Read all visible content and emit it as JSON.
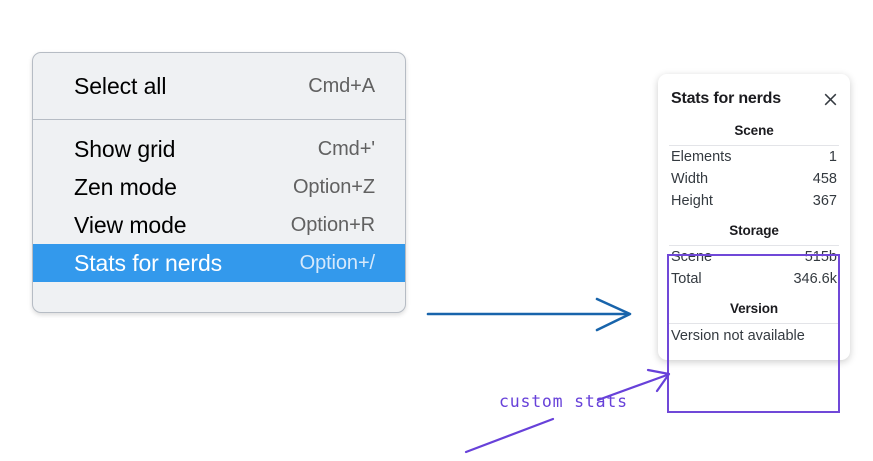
{
  "context_menu": {
    "name": "canvas-context-menu",
    "sections": [
      {
        "items": [
          {
            "label": "Select all",
            "shortcut": "Cmd+A",
            "selected": false
          }
        ]
      },
      {
        "items": [
          {
            "label": "Show grid",
            "shortcut": "Cmd+'",
            "selected": false
          },
          {
            "label": "Zen mode",
            "shortcut": "Option+Z",
            "selected": false
          },
          {
            "label": "View mode",
            "shortcut": "Option+R",
            "selected": false
          },
          {
            "label": "Stats for nerds",
            "shortcut": "Option+/",
            "selected": true
          }
        ]
      }
    ]
  },
  "stats_panel": {
    "title": "Stats for nerds",
    "close_icon": "close-icon",
    "sections": [
      {
        "heading": "Scene",
        "rows": [
          {
            "key": "Elements",
            "value": "1"
          },
          {
            "key": "Width",
            "value": "458"
          },
          {
            "key": "Height",
            "value": "367"
          }
        ]
      },
      {
        "heading": "Storage",
        "rows": [
          {
            "key": "Scene",
            "value": "515b"
          },
          {
            "key": "Total",
            "value": "346.6k"
          }
        ]
      },
      {
        "heading": "Version",
        "note": "Version not available"
      }
    ]
  },
  "annotations": {
    "label": "custom stats",
    "blue_arrow_color": "#1864ab",
    "purple_color": "#6741d9",
    "highlight_border_color": "#7048d8"
  },
  "colors": {
    "menu_background": "#eff1f3",
    "menu_border": "#b6bcc4",
    "menu_selected": "#3399ec",
    "menu_selected_text": "#ffffff",
    "shortcut_text": "#616161",
    "panel_background": "#ffffff",
    "panel_text": "#343a40"
  }
}
